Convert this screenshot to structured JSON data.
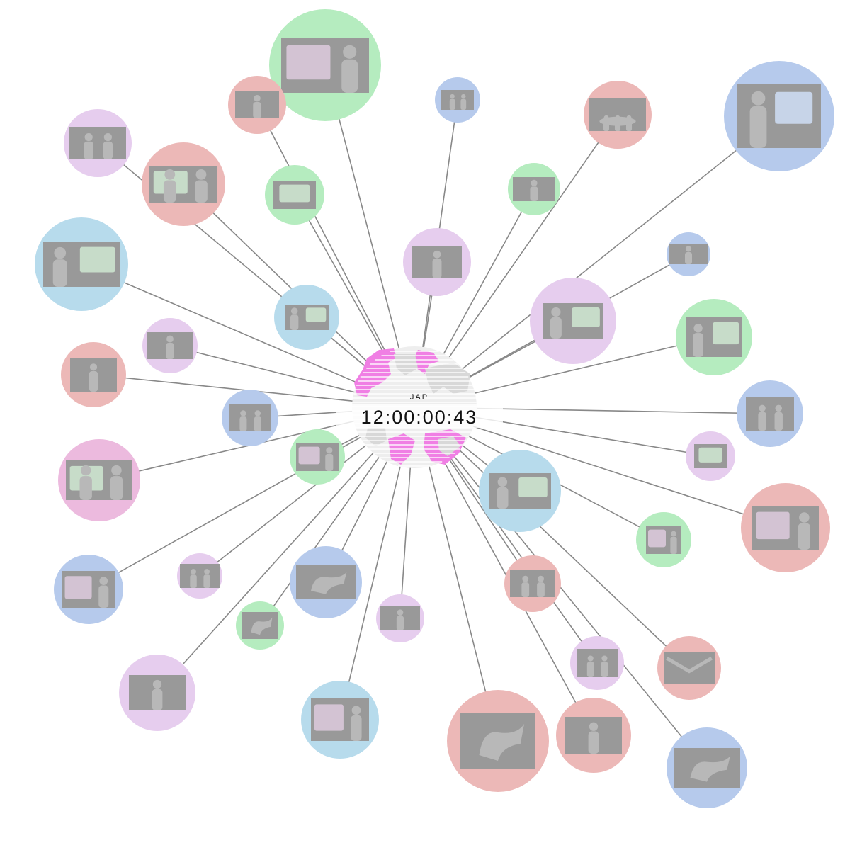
{
  "hub": {
    "region_label": "JAP",
    "clock_text": "12:00:00:43",
    "globe_highlight_color": "#f07fe4",
    "globe_base_color": "#d8d8d8"
  },
  "palette": {
    "red": "#ecb8b7",
    "green": "#b5ecbf",
    "blue": "#b6caec",
    "lightblue": "#b7dbec",
    "purple": "#e6cdee",
    "pink": "#ecbade",
    "thumb": "#999999",
    "figure": "#b8b8b8",
    "board_green": "#c7dcc9",
    "board_lilac": "#d3c3d3",
    "board_blue": "#c7d4e8",
    "edge": "#888888"
  },
  "nodes": [
    {
      "id": "n01",
      "color": "green",
      "thumb_kind": "board-and-person"
    },
    {
      "id": "n02",
      "color": "red",
      "thumb_kind": "person"
    },
    {
      "id": "n03",
      "color": "blue",
      "thumb_kind": "two-people"
    },
    {
      "id": "n04",
      "color": "red",
      "thumb_kind": "group-table"
    },
    {
      "id": "n05",
      "color": "blue",
      "thumb_kind": "person-pointing-screen"
    },
    {
      "id": "n06",
      "color": "purple",
      "thumb_kind": "two-people"
    },
    {
      "id": "n07",
      "color": "red",
      "thumb_kind": "board-two-people"
    },
    {
      "id": "n08",
      "color": "green",
      "thumb_kind": "board"
    },
    {
      "id": "n09",
      "color": "green",
      "thumb_kind": "person"
    },
    {
      "id": "n10",
      "color": "lightblue",
      "thumb_kind": "person-pointing-board"
    },
    {
      "id": "n11",
      "color": "purple",
      "thumb_kind": "person"
    },
    {
      "id": "n12",
      "color": "blue",
      "thumb_kind": "person"
    },
    {
      "id": "n13",
      "color": "lightblue",
      "thumb_kind": "person-and-board"
    },
    {
      "id": "n14",
      "color": "purple",
      "thumb_kind": "person-and-board"
    },
    {
      "id": "n15",
      "color": "green",
      "thumb_kind": "person-and-board"
    },
    {
      "id": "n16",
      "color": "purple",
      "thumb_kind": "person"
    },
    {
      "id": "n17",
      "color": "red",
      "thumb_kind": "person"
    },
    {
      "id": "n18",
      "color": "blue",
      "thumb_kind": "two-people"
    },
    {
      "id": "n19",
      "color": "blue",
      "thumb_kind": "two-people"
    },
    {
      "id": "n20",
      "color": "purple",
      "thumb_kind": "board"
    },
    {
      "id": "n21",
      "color": "pink",
      "thumb_kind": "board-two-people"
    },
    {
      "id": "n22",
      "color": "green",
      "thumb_kind": "board-and-person"
    },
    {
      "id": "n23",
      "color": "lightblue",
      "thumb_kind": "person-and-board"
    },
    {
      "id": "n24",
      "color": "red",
      "thumb_kind": "board-and-person"
    },
    {
      "id": "n25",
      "color": "green",
      "thumb_kind": "board-and-person"
    },
    {
      "id": "n26",
      "color": "blue",
      "thumb_kind": "board-and-person"
    },
    {
      "id": "n27",
      "color": "purple",
      "thumb_kind": "two-people"
    },
    {
      "id": "n28",
      "color": "blue",
      "thumb_kind": "figure"
    },
    {
      "id": "n29",
      "color": "red",
      "thumb_kind": "two-people"
    },
    {
      "id": "n30",
      "color": "green",
      "thumb_kind": "figure"
    },
    {
      "id": "n31",
      "color": "purple",
      "thumb_kind": "person"
    },
    {
      "id": "n32",
      "color": "purple",
      "thumb_kind": "person"
    },
    {
      "id": "n33",
      "color": "red",
      "thumb_kind": "envelope"
    },
    {
      "id": "n34",
      "color": "purple",
      "thumb_kind": "two-people"
    },
    {
      "id": "n35",
      "color": "lightblue",
      "thumb_kind": "board-and-person"
    },
    {
      "id": "n36",
      "color": "red",
      "thumb_kind": "figure"
    },
    {
      "id": "n37",
      "color": "red",
      "thumb_kind": "person"
    },
    {
      "id": "n38",
      "color": "blue",
      "thumb_kind": "figure"
    }
  ]
}
